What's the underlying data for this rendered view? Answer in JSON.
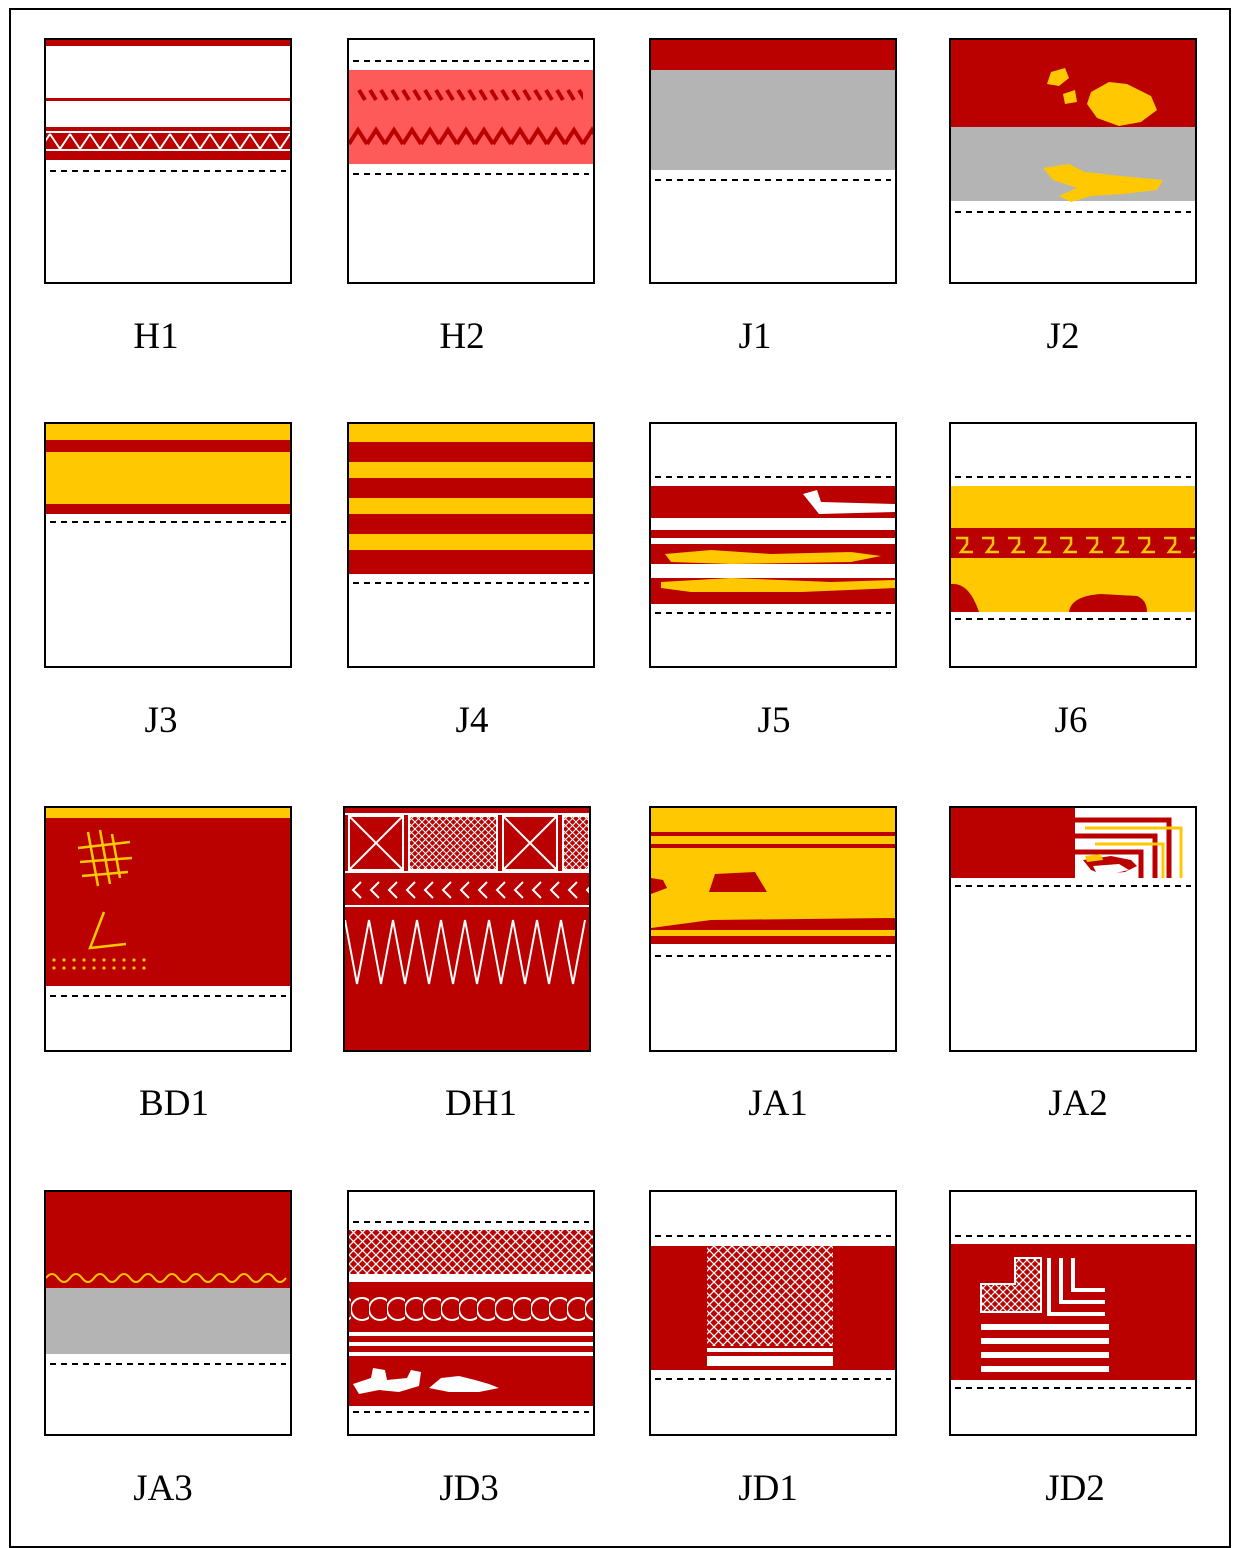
{
  "colors": {
    "red": "#BB0000",
    "yellow": "#FFC800",
    "grey": "#B4B4B4",
    "salmon": "#FF5A5A",
    "white": "#FFFFFF"
  },
  "tiles": [
    {
      "label": "H1"
    },
    {
      "label": "H2"
    },
    {
      "label": "J1"
    },
    {
      "label": "J2"
    },
    {
      "label": "J3"
    },
    {
      "label": "J4"
    },
    {
      "label": "J5"
    },
    {
      "label": "J6"
    },
    {
      "label": "BD1"
    },
    {
      "label": "DH1"
    },
    {
      "label": "JA1"
    },
    {
      "label": "JA2"
    },
    {
      "label": "JA3"
    },
    {
      "label": "JD3"
    },
    {
      "label": "JD1"
    },
    {
      "label": "JD2"
    }
  ]
}
